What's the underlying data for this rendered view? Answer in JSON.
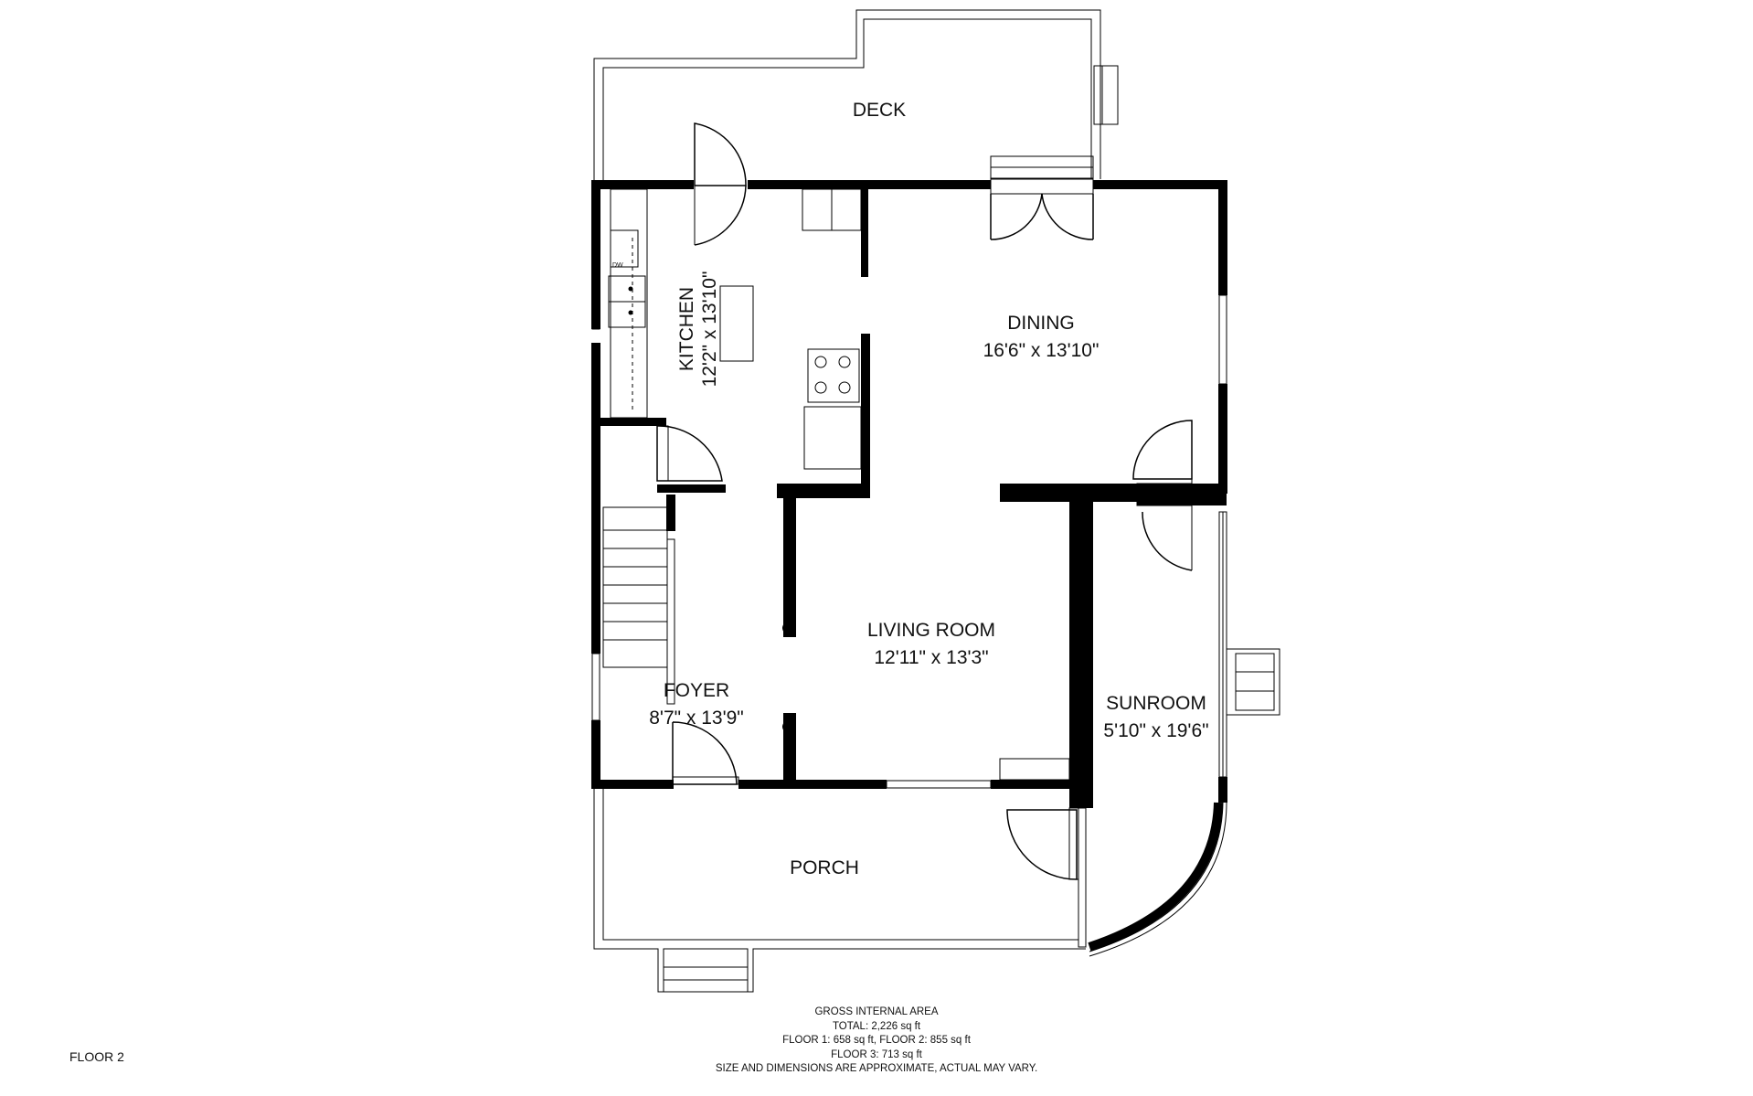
{
  "rooms": {
    "deck": "DECK",
    "kitchen": {
      "name": "KITCHEN",
      "dims": "12'2\" x 13'10\""
    },
    "dining": {
      "name": "DINING",
      "dims": "16'6\" x 13'10\""
    },
    "living": {
      "name": "LIVING ROOM",
      "dims": "12'11\" x 13'3\""
    },
    "foyer": {
      "name": "FOYER",
      "dims": "8'7\" x 13'9\""
    },
    "sunroom": {
      "name": "SUNROOM",
      "dims": "5'10\" x 19'6\""
    },
    "porch": "PORCH"
  },
  "fixtures": {
    "dishwasher": "DW"
  },
  "area": {
    "heading": "GROSS INTERNAL AREA",
    "total": "TOTAL: 2,226 sq ft",
    "floors_1_2": "FLOOR 1: 658 sq ft, FLOOR 2: 855 sq ft",
    "floor_3": "FLOOR 3: 713 sq ft",
    "disclaimer": "SIZE AND DIMENSIONS ARE APPROXIMATE, ACTUAL MAY VARY."
  },
  "floor_label": "FLOOR 2"
}
